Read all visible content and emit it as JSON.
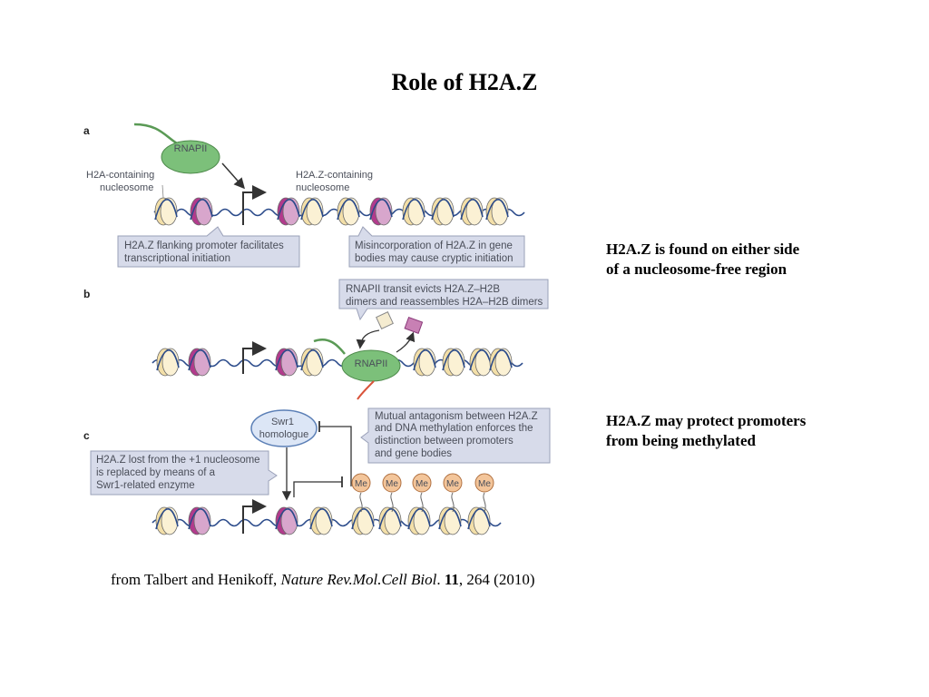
{
  "title": "Role of H2A.Z",
  "figure": {
    "panel_a": {
      "letter": "a",
      "rnapii": "RNAPII",
      "h2a_label": [
        "H2A-containing",
        "nucleosome"
      ],
      "h2az_label": [
        "H2A.Z-containing",
        "nucleosome"
      ],
      "callout_left": [
        "H2A.Z flanking promoter facilitates",
        "transcriptional initiation"
      ],
      "callout_right": [
        "Misincorporation of H2A.Z in gene",
        "bodies may cause cryptic initiation"
      ]
    },
    "panel_b": {
      "letter": "b",
      "callout": [
        "RNAPII transit evicts H2A.Z–H2B",
        "dimers and reassembles H2A–H2B dimers"
      ],
      "rnapii": "RNAPII"
    },
    "panel_c": {
      "letter": "c",
      "swr1": [
        "Swr1",
        "homologue"
      ],
      "callout_right": [
        "Mutual antagonism between H2A.Z",
        "and DNA methylation enforces the",
        "distinction between promoters",
        "and gene bodies"
      ],
      "callout_left": [
        "H2A.Z lost from the +1 nucleosome",
        "is replaced by means of a",
        "Swr1-related enzyme"
      ],
      "me": [
        "Me",
        "Me",
        "Me",
        "Me",
        "Me"
      ]
    }
  },
  "notes": {
    "note1": [
      "H2A.Z is found on either side",
      "of a nucleosome-free region"
    ],
    "note2": [
      "H2A.Z may protect promoters",
      "from being methylated"
    ]
  },
  "citation": {
    "prefix": "from Talbert and Henikoff, ",
    "journal": "Nature Rev.Mol.Cell Biol",
    "sep": ". ",
    "volume": "11",
    "rest": ", 264 (2010)"
  },
  "colors": {
    "callout_fill": "#d7dbea",
    "callout_stroke": "#9aa0b8",
    "rnapii_fill": "#7cc07a",
    "h2a": "#f3dfa8",
    "h2az": "#b23a8c",
    "dna": "#2a4a8a",
    "me_fill": "#f3c59a"
  }
}
